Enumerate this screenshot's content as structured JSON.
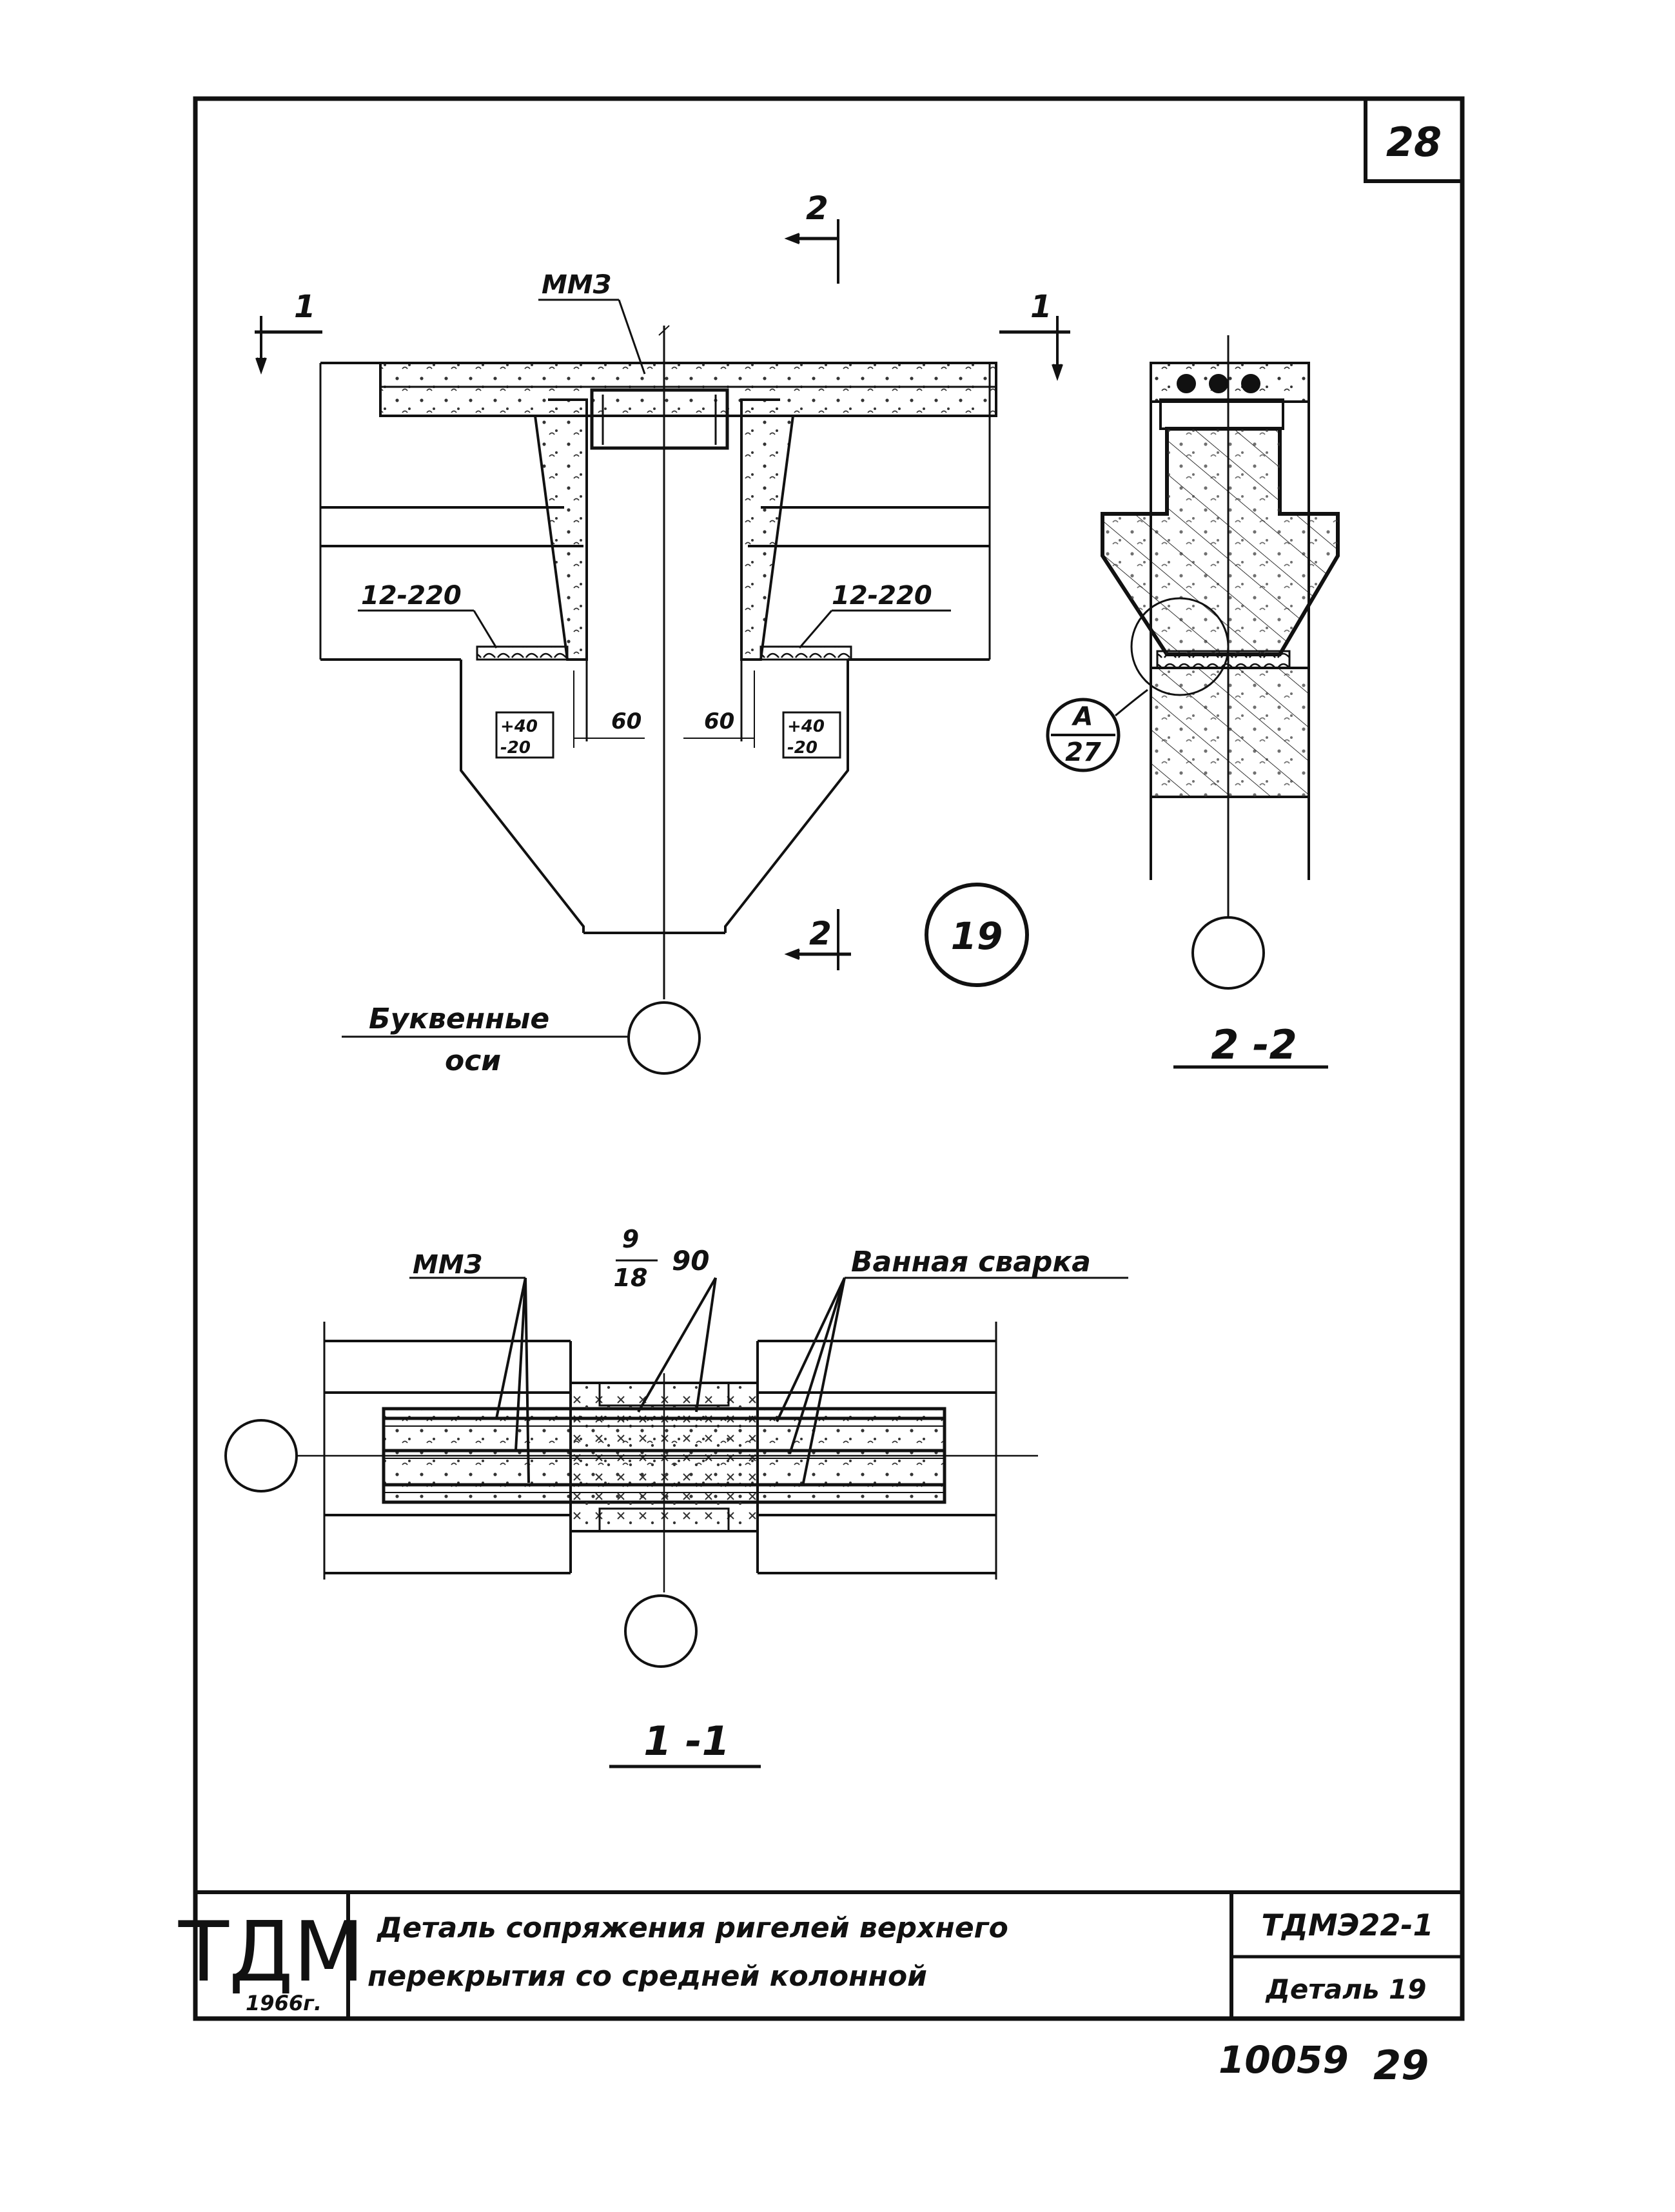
{
  "sheet": {
    "page_number": "28",
    "detail_mark": "19",
    "bottom_code": "10059",
    "bottom_page": "29"
  },
  "plan_view": {
    "section_1_left": "1",
    "section_1_right": "1",
    "section_2_top": "2",
    "section_2_bottom": "2",
    "mmz_label": "ММЗ",
    "weld_left": "12-220",
    "weld_right": "12-220",
    "tol_left_top": "+40",
    "tol_left_bottom": "-20",
    "tol_right_top": "+40",
    "tol_right_bottom": "-20",
    "dim_left": "60",
    "dim_right": "60",
    "axes_label_line1": "Буквенные",
    "axes_label_line2": "оси"
  },
  "section_2_2": {
    "title": "2 -2",
    "callout_top": "А",
    "callout_bottom": "27"
  },
  "section_1_1": {
    "title": "1 -1",
    "mmz_label": "ММЗ",
    "frac_top": "9",
    "frac_bottom": "18",
    "frac_right": "90",
    "weld_label": "Ванная сварка"
  },
  "title_block": {
    "logo": "ТДМ",
    "year": "1966г.",
    "title_line1": "Деталь сопряжения ригелей верхнего",
    "title_line2": "перекрытия со средней колонной",
    "doc_code": "ТДМЭ22-1",
    "detail": "Деталь 19"
  }
}
